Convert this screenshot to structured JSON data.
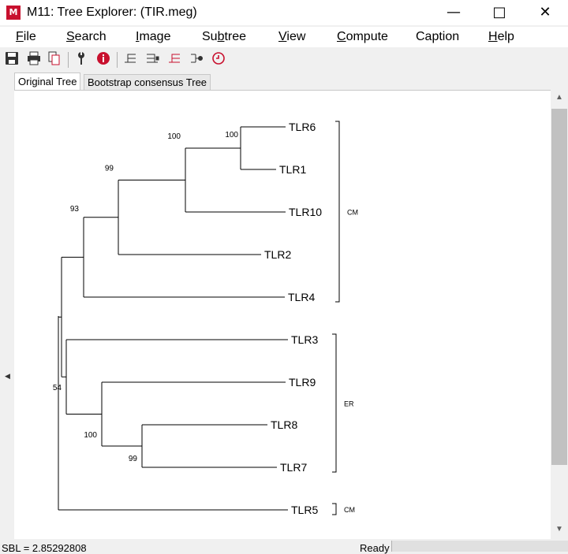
{
  "window": {
    "title": "M11: Tree Explorer: (TIR.meg)",
    "logo": "M"
  },
  "menu": [
    {
      "label": "File",
      "key": "F"
    },
    {
      "label": "Search",
      "key": "S"
    },
    {
      "label": "Image",
      "key": "I"
    },
    {
      "label": "Subtree",
      "key": "b"
    },
    {
      "label": "View",
      "key": "V"
    },
    {
      "label": "Compute",
      "key": "C"
    },
    {
      "label": "Caption",
      "key": ""
    },
    {
      "label": "Help",
      "key": "H"
    }
  ],
  "toolbar": [
    "save-icon",
    "print-icon",
    "copy-icon",
    "wrench-icon",
    "info-icon",
    "tree-root-icon",
    "tree-flip-icon",
    "tree-swap-icon",
    "tree-compress-icon",
    "clock-icon"
  ],
  "tabs": [
    {
      "label": "Original Tree",
      "active": true
    },
    {
      "label": "Bootstrap consensus Tree",
      "active": false
    }
  ],
  "tree": {
    "leaves": [
      "TLR6",
      "TLR1",
      "TLR10",
      "TLR2",
      "TLR4",
      "TLR3",
      "TLR9",
      "TLR8",
      "TLR7",
      "TLR5"
    ],
    "bootstrap": [
      100,
      100,
      99,
      93,
      99,
      100,
      54
    ],
    "groups": [
      {
        "label": "CM",
        "from": "TLR6",
        "to": "TLR4"
      },
      {
        "label": "ER",
        "from": "TLR3",
        "to": "TLR7"
      },
      {
        "label": "CM",
        "from": "TLR5",
        "to": "TLR5"
      }
    ]
  },
  "status": {
    "sbl": "SBL = 2.85292808",
    "state": "Ready"
  }
}
